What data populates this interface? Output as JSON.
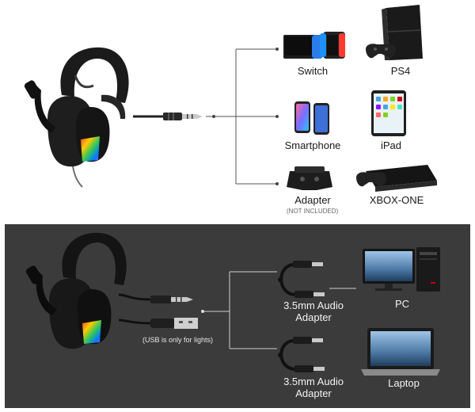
{
  "top": {
    "devices": [
      {
        "label": "Switch",
        "icon": "switch-console-icon"
      },
      {
        "label": "PS4",
        "icon": "ps4-console-icon"
      },
      {
        "label": "Smartphone",
        "icon": "smartphone-icon"
      },
      {
        "label": "iPad",
        "icon": "ipad-icon"
      },
      {
        "label": "Adapter",
        "icon": "controller-adapter-icon"
      },
      {
        "label": "XBOX-ONE",
        "icon": "xbox-one-console-icon"
      }
    ],
    "adapter_note": "(NOT INCLUDED)"
  },
  "bottom": {
    "usb_note": "(USB is only for lights)",
    "adapter1_line1": "3.5mm Audio",
    "adapter1_line2": "Adapter",
    "adapter2_line1": "3.5mm Audio",
    "adapter2_line2": "Adapter",
    "pc": "PC",
    "laptop": "Laptop"
  },
  "colors": {
    "bottom_panel": "#3b3b3b",
    "rgb_gradient": [
      "#ff3b30",
      "#ffcc00",
      "#34c759",
      "#007aff",
      "#af52de"
    ]
  }
}
